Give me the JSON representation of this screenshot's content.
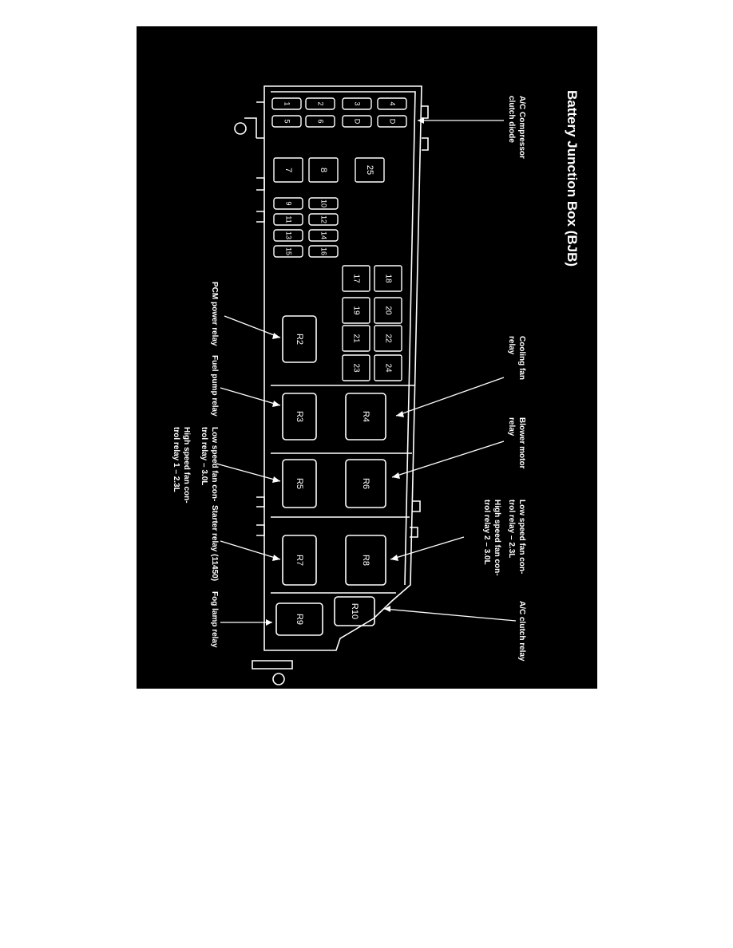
{
  "title": "Battery Junction Box (BJB)",
  "fuses_small": [
    "1",
    "2",
    "3",
    "4",
    "5",
    "6",
    "D",
    "D",
    "9",
    "10",
    "11",
    "12",
    "13",
    "14",
    "15",
    "16"
  ],
  "fuses_large": [
    "7",
    "8",
    "25"
  ],
  "fuses_mid": [
    "17",
    "18",
    "19",
    "20",
    "21",
    "22",
    "23",
    "24"
  ],
  "relays": {
    "r2": "R2",
    "r3": "R3",
    "r4": "R4",
    "r5": "R5",
    "r6": "R6",
    "r7": "R7",
    "r8": "R8",
    "r9": "R9",
    "r10": "R10"
  },
  "callouts": {
    "ac_compressor": [
      "A/C Compressor",
      "clutch diode"
    ],
    "cooling_fan": [
      "Cooling fan",
      "relay"
    ],
    "blower_motor": [
      "Blower motor",
      "relay"
    ],
    "low_speed_23": [
      "Low speed fan con-",
      "trol relay – 2.3L"
    ],
    "high_speed_30": [
      "High speed fan con-",
      "trol relay 2 – 3.0L"
    ],
    "ac_clutch": [
      "A/C clutch relay"
    ],
    "pcm_power": [
      "PCM power relay"
    ],
    "fuel_pump": [
      "Fuel pump relay"
    ],
    "low_speed_30": [
      "Low speed fan con-",
      "trol relay – 3.0L"
    ],
    "high_speed_23": [
      "High speed fan con-",
      "trol relay 1 – 2.3L"
    ],
    "starter": [
      "Starter relay (11450)"
    ],
    "fog_lamp": [
      "Fog lamp relay"
    ]
  }
}
